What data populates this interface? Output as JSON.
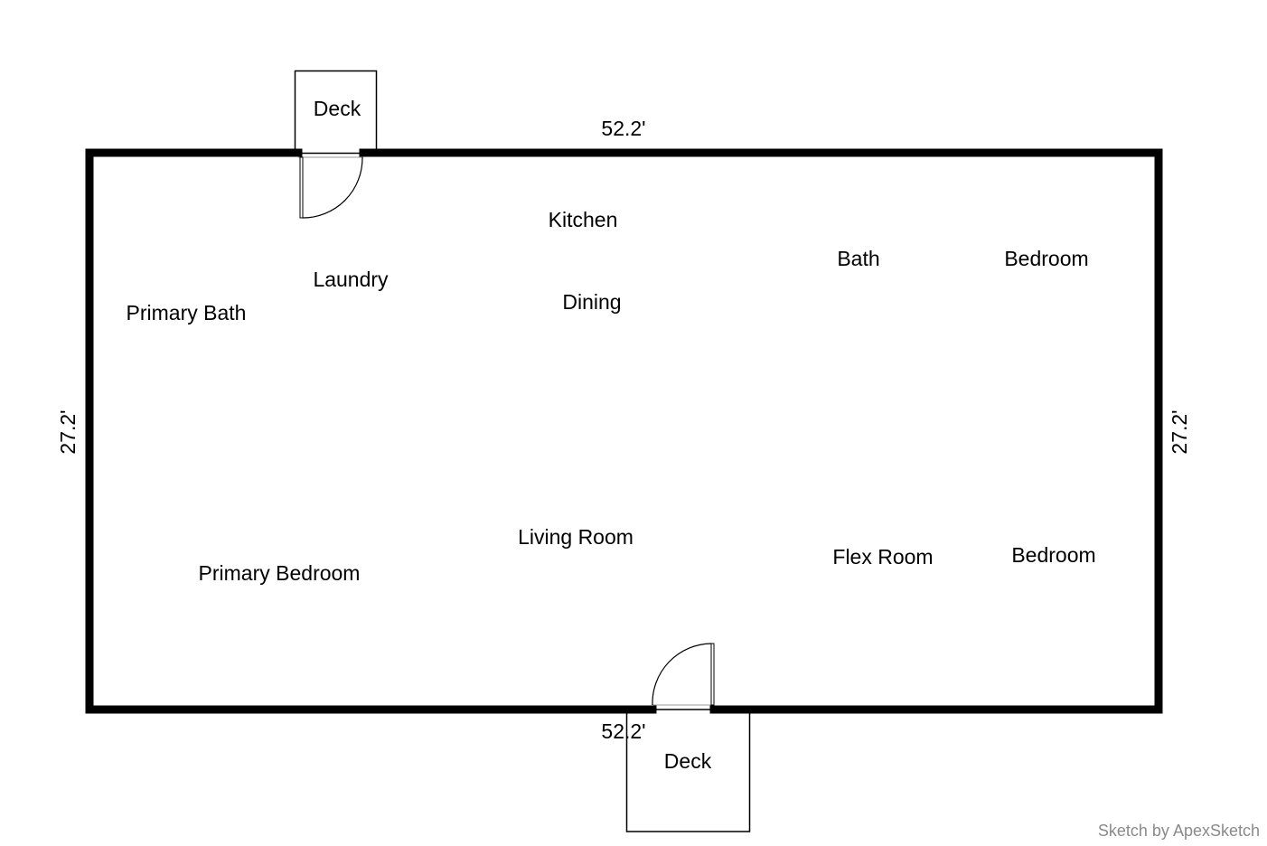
{
  "rooms": {
    "deck_top": "Deck",
    "kitchen": "Kitchen",
    "laundry": "Laundry",
    "primary_bath": "Primary Bath",
    "dining": "Dining",
    "bath": "Bath",
    "bedroom_top": "Bedroom",
    "living_room": "Living Room",
    "primary_bedroom": "Primary Bedroom",
    "flex_room": "Flex Room",
    "bedroom_bottom": "Bedroom",
    "deck_bottom": "Deck"
  },
  "dimensions": {
    "top": "52.2'",
    "bottom": "52.2'",
    "left": "27.2'",
    "right": "27.2'"
  },
  "credit": "Sketch by ApexSketch",
  "colors": {
    "wall": "#000000",
    "credit": "#8a8a8a"
  }
}
